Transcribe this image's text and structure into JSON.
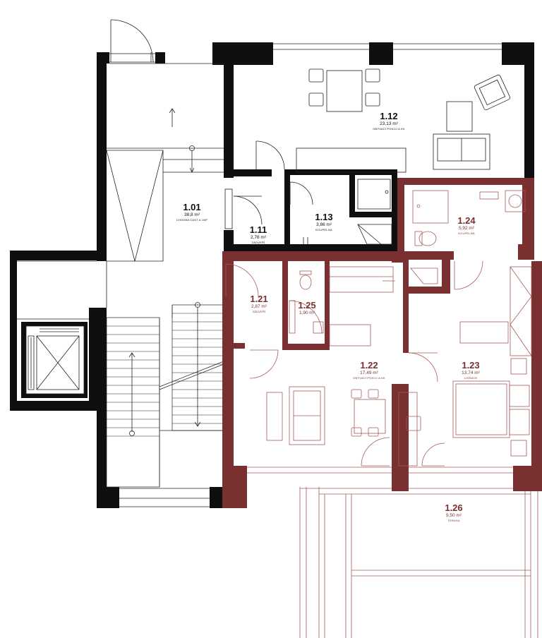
{
  "colors": {
    "wall": "#0f0f0f",
    "unit_wall": "#7a2f30",
    "unit_line": "#a85a5b",
    "line": "#222222"
  },
  "rooms": [
    {
      "id": "1.01",
      "number": "1.01",
      "area": "38,8 m²",
      "label": "CHODBA ČAST A 1NP",
      "unit": false
    },
    {
      "id": "1.11",
      "number": "1.11",
      "area": "2,78 m²",
      "label": "ZÁDVEŘÍ",
      "unit": false
    },
    {
      "id": "1.12",
      "number": "1.12",
      "area": "23,13 m²",
      "label": "OBÝVACÍ POKOJ A KK",
      "unit": false
    },
    {
      "id": "1.13",
      "number": "1.13",
      "area": "3,86 m²",
      "label": "KOUPELNA",
      "unit": false
    },
    {
      "id": "1.21",
      "number": "1.21",
      "area": "2,87 m²",
      "label": "ZÁDVEŘÍ",
      "unit": true
    },
    {
      "id": "1.22",
      "number": "1.22",
      "area": "17,49 m²",
      "label": "OBÝVACÍ POKOJ A KK",
      "unit": true
    },
    {
      "id": "1.23",
      "number": "1.23",
      "area": "13,74 m²",
      "label": "LOŽNICE",
      "unit": true
    },
    {
      "id": "1.24",
      "number": "1.24",
      "area": "5,92 m²",
      "label": "KOUPELNA",
      "unit": true
    },
    {
      "id": "1.25",
      "number": "1.25",
      "area": "1,90 m²",
      "label": "",
      "unit": true
    },
    {
      "id": "1.26",
      "number": "1.26",
      "area": "9,50 m²",
      "label": "TERASA",
      "unit": true
    }
  ]
}
